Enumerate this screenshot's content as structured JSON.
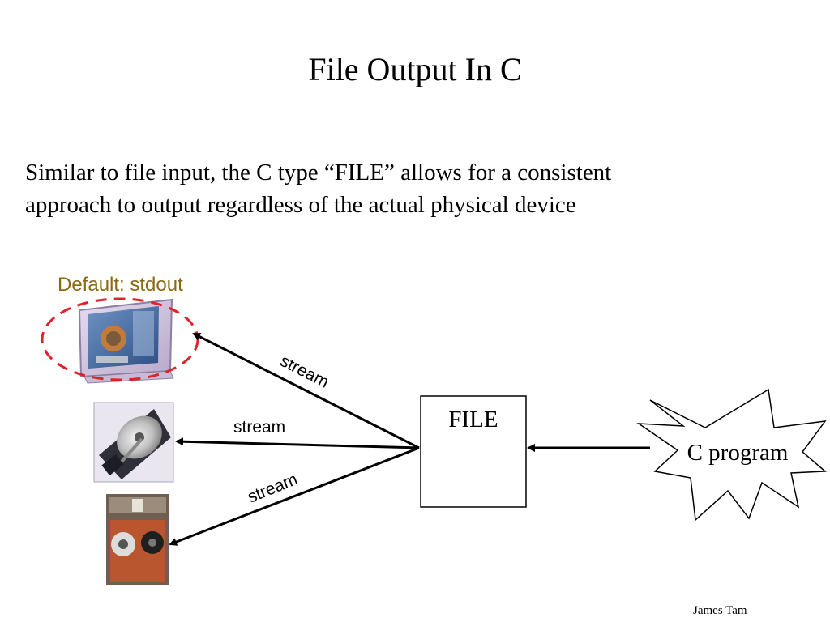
{
  "slide": {
    "title": "File Output In C",
    "body_line_1": "Similar to file input, the C type “FILE” allows for a consistent",
    "body_line_2": "approach to output regardless of the actual physical device",
    "default_label": "Default: stdout",
    "footer": "James Tam"
  },
  "diagram": {
    "file_label": "FILE",
    "program_label": "C program",
    "stream_labels": [
      "stream",
      "stream",
      "stream"
    ],
    "devices": [
      "monitor-icon",
      "hard-drive-icon",
      "tape-drive-icon"
    ],
    "colors": {
      "default_label": "#8b6914",
      "highlight_ellipse": "#e0222a",
      "arrow": "#000000"
    }
  }
}
